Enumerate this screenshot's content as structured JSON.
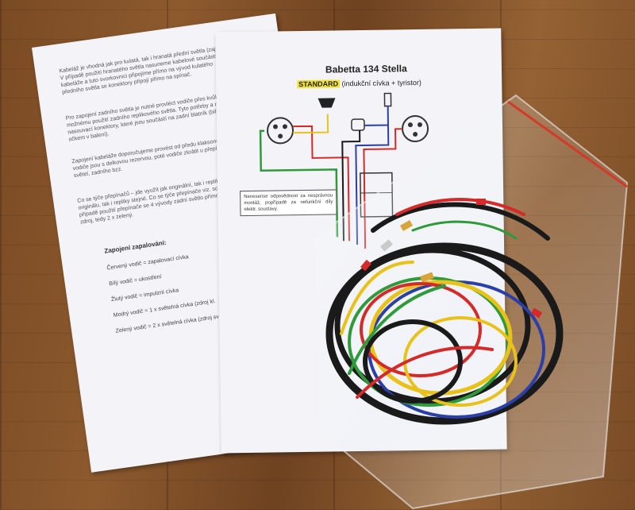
{
  "left_sheet": {
    "paragraphs": [
      "Kabeláž je vhodná jak pro kulatá, tak i hranatá přední světla (zajíčky). V případě použití hranatého světla nasuneme kabelové součásti kabeláže a tuto svorkovnici připojíme přímo na vývod kulatého předního světla se konektory připojí přímo na spínač.",
      "Pro zapojení zadního světla je nutné provléct vodiče přes kvůli možnému použití zadního replikového světla. Tyto potřeby a následně nasouvací konektory, které jsou součástí na zadní blatník (bílý vodič s očkem v balení).",
      "Zapojení kabeláže doporučujeme provést od předu klaksonu. Všechny vodiče jsou s delkovou rezervou, poté vodiče zkrátit u přepínače světel, zadního bzz.",
      "Co se týče přepínačů – jde využít jak originální, tak i repliky. V originálu, tak i repliky stejné. Co se týče přepínače viz. schéma. V případě použití přepínače se 4 vývody zadní světlo přímo do svorky zdroj, tedy 2 x zelený."
    ],
    "list_heading": "Zapojení zapalování:",
    "list_items": [
      "Červený vodič = zapalovací cívka",
      "Bílý vodič = ukostření",
      "Žlutý vodič = impulzní cívka",
      "Modrý vodič = 1 x světelná cívka (zdroj kl.",
      "Zelený vodič = 2 x světelná cívka (zdroj sv"
    ]
  },
  "right_sheet": {
    "title": "Babetta 134 Stella",
    "subtitle_highlight": "STANDARD",
    "subtitle_rest": " (indukční cívka + tyristor)",
    "notice": "Nenesense odpovědnost za nesprávnou montáž, popřípadě za nefunkční díly elektr. soustavy."
  },
  "colors": {
    "floor": "#7a4a24",
    "paper": "#f4f4f8",
    "highlight": "#f3e23a",
    "wire_red": "#d42a2a",
    "wire_green": "#2e9a3a",
    "wire_yellow": "#e8c21a",
    "wire_blue": "#2a3fa8",
    "wire_black": "#1a1a1a"
  }
}
